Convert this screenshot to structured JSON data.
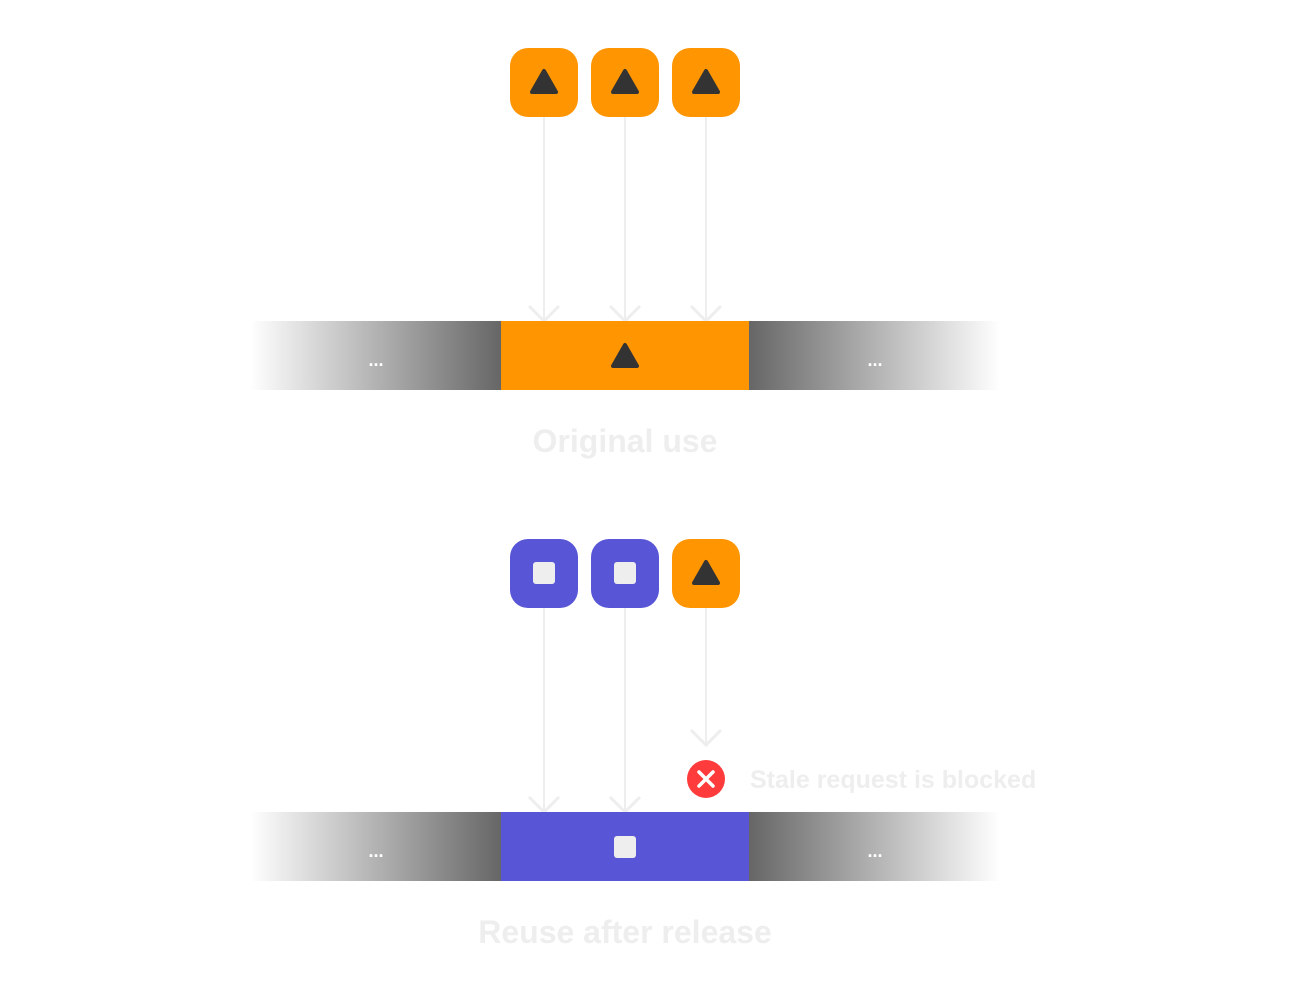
{
  "colors": {
    "orange": "#FF9500",
    "purple": "#5856D6",
    "glyph_dark": "#333333",
    "glyph_light": "#EEEEEE",
    "arrow": "#EEEEEE",
    "error_red": "#FF3B3B",
    "bar_gray": "#666666",
    "label": "#EEEEEE"
  },
  "top": {
    "clients": [
      {
        "shape": "triangle",
        "color": "orange"
      },
      {
        "shape": "triangle",
        "color": "orange"
      },
      {
        "shape": "triangle",
        "color": "orange"
      }
    ],
    "slot": {
      "shape": "triangle",
      "color": "orange"
    },
    "ellipsis_left": "...",
    "ellipsis_right": "...",
    "caption": "Original use"
  },
  "bottom": {
    "clients": [
      {
        "shape": "square",
        "color": "purple"
      },
      {
        "shape": "square",
        "color": "purple"
      },
      {
        "shape": "triangle",
        "color": "orange",
        "blocked": true
      }
    ],
    "slot": {
      "shape": "square",
      "color": "purple"
    },
    "ellipsis_left": "...",
    "ellipsis_right": "...",
    "blocked_icon": "x-circle-icon",
    "blocked_note": "Stale request is blocked",
    "caption": "Reuse after release"
  }
}
